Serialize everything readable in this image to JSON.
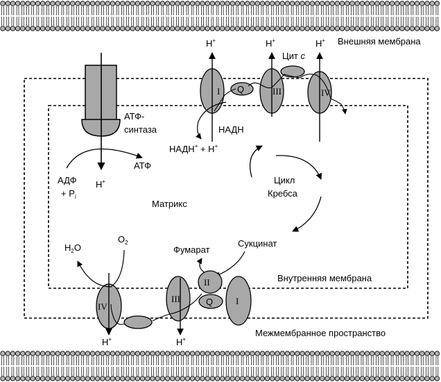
{
  "membranes": {
    "outer": "Внешняя мембрана",
    "inner": "Внутренняя мембрана",
    "intermembrane": "Межмембранное пространство",
    "matrix": "Матрикс"
  },
  "atp_synthase": {
    "name_line1": "АТФ-",
    "name_line2": "синтаза",
    "adp_line1": "АДФ",
    "adp_line2_prefix": "+ P",
    "adp_line2_sub": "i",
    "atp": "АТФ"
  },
  "proton": {
    "base": "H",
    "charge": "+"
  },
  "complexes": {
    "I": "I",
    "II": "II",
    "III": "III",
    "IV": "IV",
    "Q": "Q",
    "cyt_c_prefix": "Цит ",
    "cyt_c_letter": "c"
  },
  "metabolites": {
    "nadh": "НАДН",
    "nad_base": "НАДН",
    "nad_plus": "+",
    "nad_suffix": " + H",
    "nad_suffix_plus": "+",
    "krebs_line1": "Цикл",
    "krebs_line2": "Кребса",
    "succinate": "Сукцинат",
    "fumarate": "Фумарат",
    "water_h": "H",
    "water_sub": "2",
    "water_o": "O",
    "oxygen": "O",
    "oxygen_sub": "2"
  },
  "colors": {
    "complex_fill": "#a8a8a8",
    "lipid_fill": "#b4b4b4",
    "stroke": "#000000"
  }
}
